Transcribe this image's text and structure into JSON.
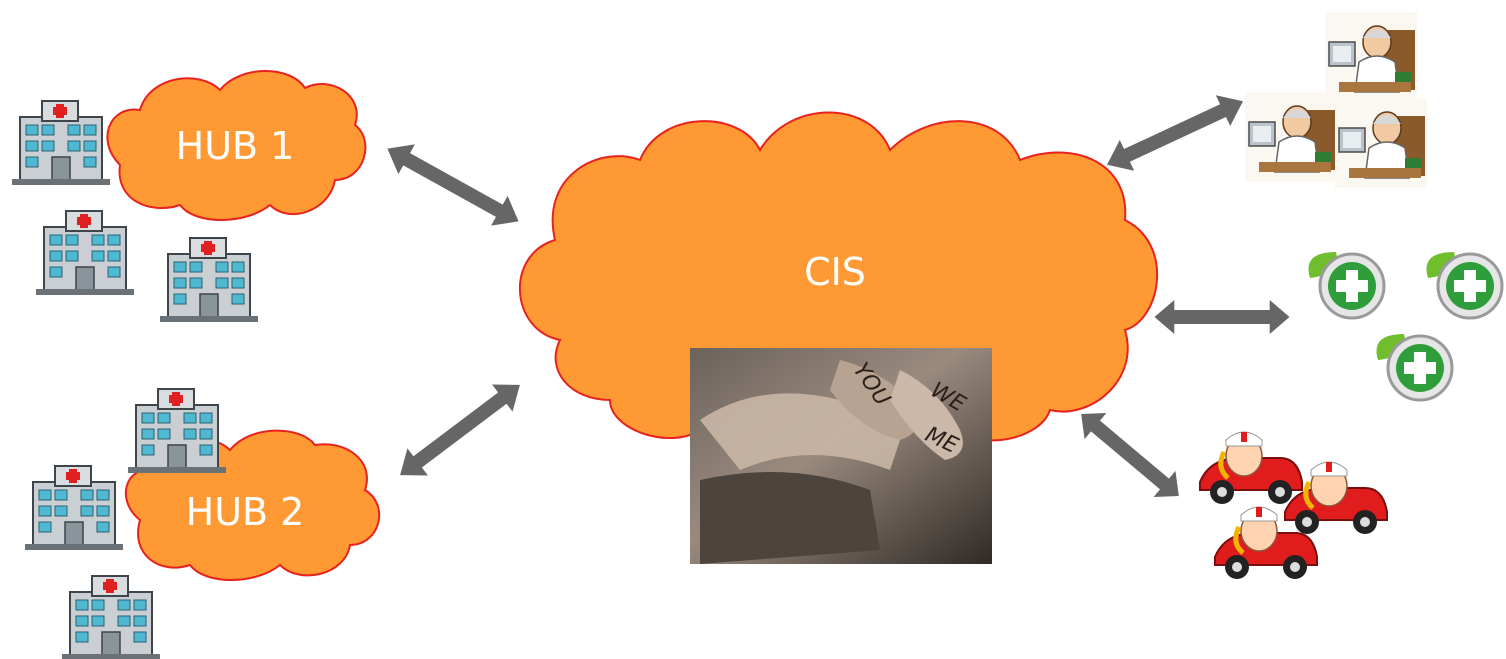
{
  "clouds": {
    "hub1": "HUB 1",
    "hub2": "HUB 2",
    "cis": "CIS"
  },
  "photo": {
    "words": [
      "YOU",
      "WE",
      "ME"
    ]
  },
  "icons": {
    "hospital": "hospital-building-icon",
    "doctor": "doctor-at-desk-icon",
    "pharmacy": "pharmacy-cross-icon",
    "nurse_car": "nurse-in-red-car-icon",
    "arrow": "double-headed-arrow"
  },
  "colors": {
    "cloud_fill": "#FF9933",
    "cloud_stroke": "#E8231E",
    "arrow": "#666666",
    "label": "#FFFFFF"
  }
}
